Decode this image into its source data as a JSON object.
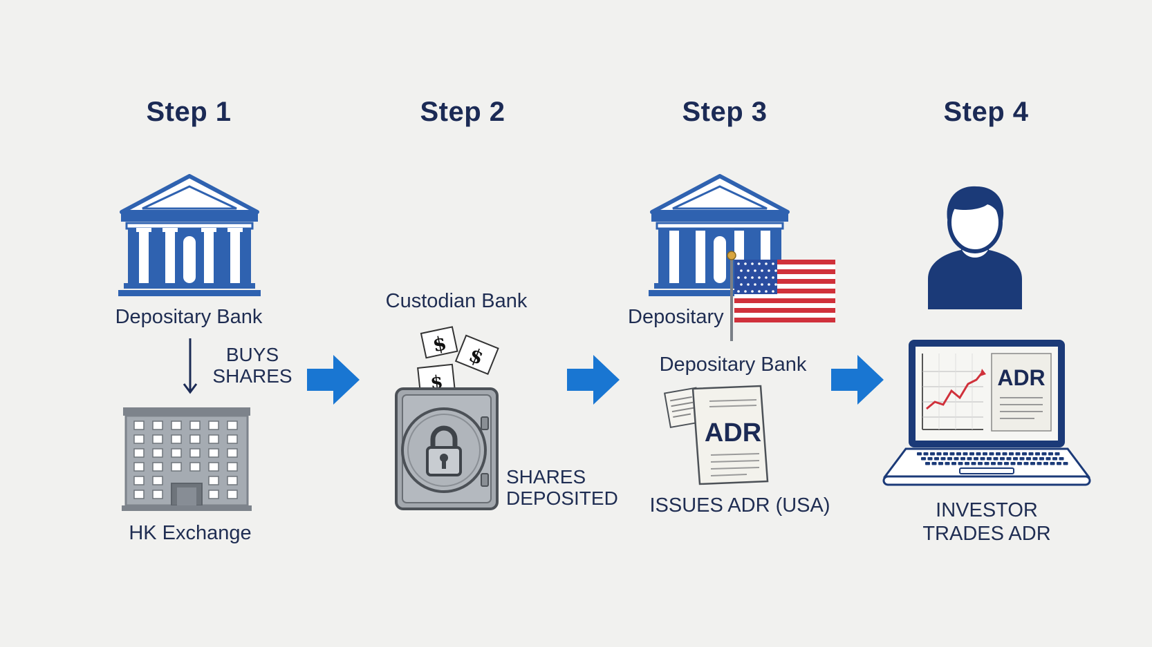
{
  "steps": [
    {
      "title": "Step 1"
    },
    {
      "title": "Step 2"
    },
    {
      "title": "Step 3"
    },
    {
      "title": "Step 4"
    }
  ],
  "step1": {
    "bank_label": "Depositary Bank",
    "action_line1": "BUYS",
    "action_line2": "SHARES",
    "exchange_label": "HK Exchange"
  },
  "step2": {
    "bank_label": "Custodian Bank",
    "note_symbol": "$",
    "action_line1": "SHARES",
    "action_line2": "DEPOSITED"
  },
  "step3": {
    "overlapped_label": "Depositary",
    "bank_label": "Depositary Bank",
    "document_label": "ADR",
    "action_label": "ISSUES ADR (USA)"
  },
  "step4": {
    "screen_label": "ADR",
    "action_line1": "INVESTOR",
    "action_line2": "TRADES ADR"
  },
  "colors": {
    "navy": "#1b3a78",
    "blue": "#2f62b0",
    "arrow": "#1976d2",
    "gray": "#8e949c",
    "flag_red": "#d0313b"
  },
  "icons": [
    "bank-icon",
    "down-arrow-icon",
    "office-building-icon",
    "right-arrow-icon",
    "money-note-icon",
    "vault-safe-icon",
    "padlock-icon",
    "us-flag-icon",
    "adr-document-icon",
    "investor-avatar-icon",
    "laptop-icon",
    "rising-chart-icon"
  ]
}
